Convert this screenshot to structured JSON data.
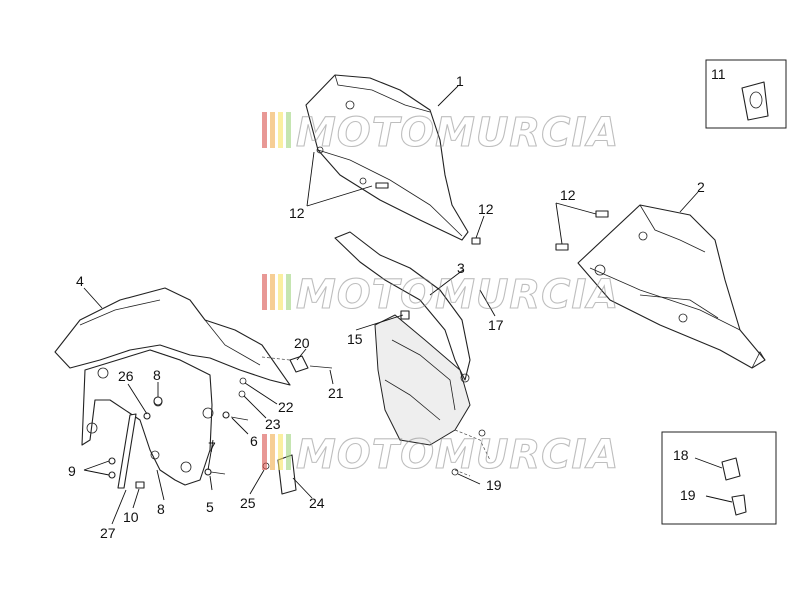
{
  "diagram": {
    "watermark_text": "MOTOMURCIA",
    "watermark_colors": [
      "#d9534f",
      "#f0ad4e",
      "#f7e463",
      "#9fd37d"
    ],
    "callouts": {
      "c1": "1",
      "c2": "2",
      "c3": "3",
      "c4": "4",
      "c5": "5",
      "c6": "6",
      "c7": "7",
      "c8a": "8",
      "c8b": "8",
      "c9": "9",
      "c10": "10",
      "c11": "11",
      "c12a": "12",
      "c12b": "12",
      "c12c": "12",
      "c15": "15",
      "c17": "17",
      "c18": "18",
      "c19a": "19",
      "c19b": "19",
      "c20": "20",
      "c21": "21",
      "c22": "22",
      "c23": "23",
      "c24": "24",
      "c25": "25",
      "c26": "26",
      "c27": "27"
    }
  }
}
